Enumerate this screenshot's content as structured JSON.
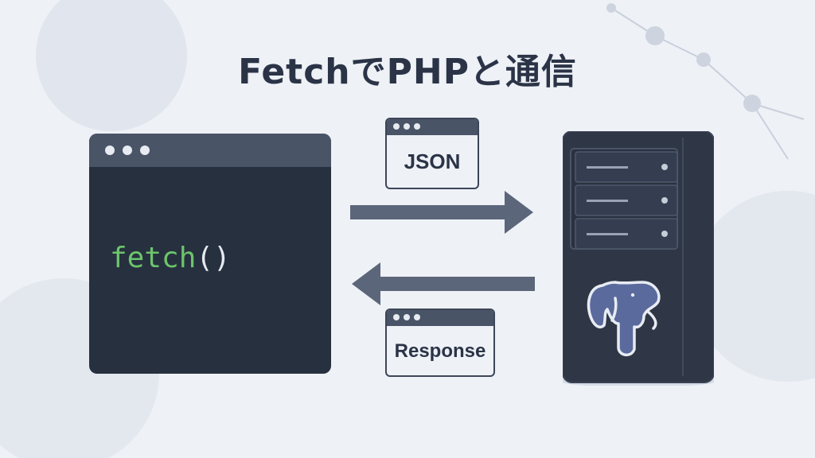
{
  "title": "FetchでPHPと通信",
  "editor": {
    "code_function": "fetch",
    "code_parens": "()"
  },
  "request_badge": {
    "label": "JSON"
  },
  "response_badge": {
    "label": "Response"
  },
  "colors": {
    "background": "#eef1f6",
    "editor_body": "#27303f",
    "editor_bar": "#4a5467",
    "code_green": "#6cc56b",
    "arrow": "#5c667a",
    "server_body": "#2f3747",
    "elephant": "#5a6a9c"
  },
  "icons": [
    "window-dots-icon",
    "arrow-right-icon",
    "arrow-left-icon",
    "server-icon",
    "postgresql-elephant-icon",
    "network-nodes-icon"
  ]
}
